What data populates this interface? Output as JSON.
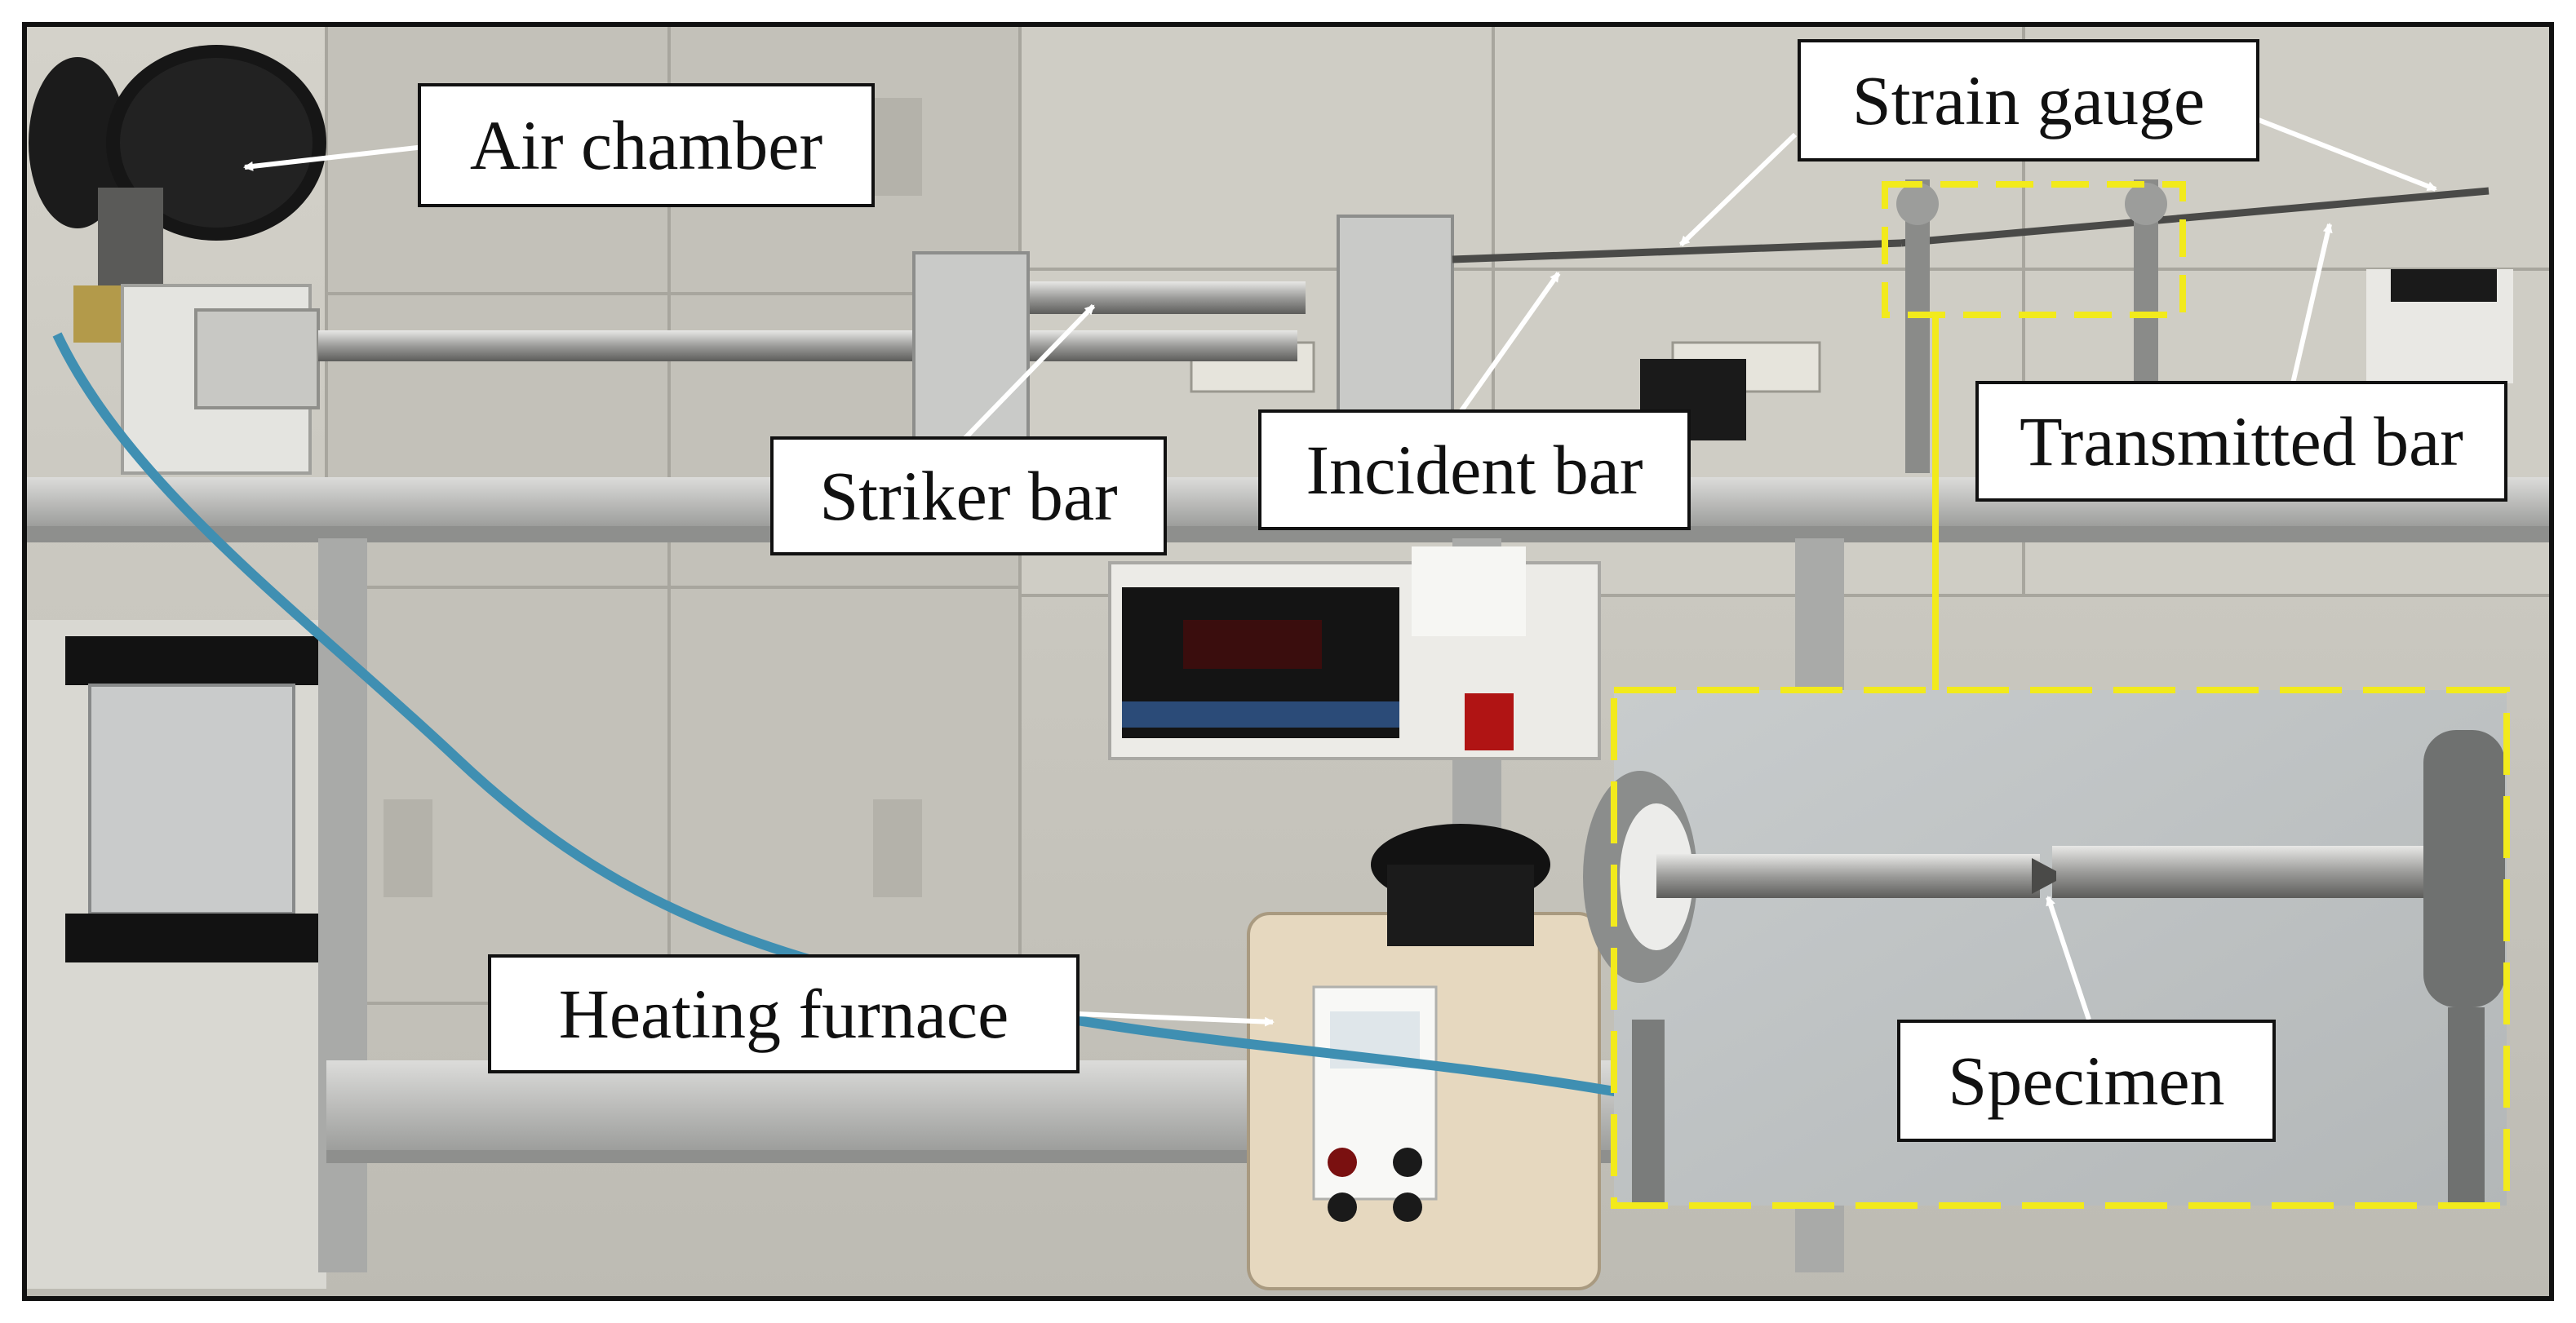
{
  "figure": {
    "labels": {
      "air_chamber": "Air chamber",
      "strain_gauge": "Strain gauge",
      "striker_bar": "Striker bar",
      "incident_bar": "Incident bar",
      "transmitted_bar": "Transmitted bar",
      "heating_furnace": "Heating furnace",
      "specimen": "Specimen"
    },
    "colors": {
      "annotation_line": "#ffffff",
      "highlight": "#f2ea1c",
      "label_border": "#111111",
      "label_fill": "#ffffff",
      "wall_cabinets": "#c9c7bf",
      "inset_background": "#bfc3c4"
    }
  }
}
